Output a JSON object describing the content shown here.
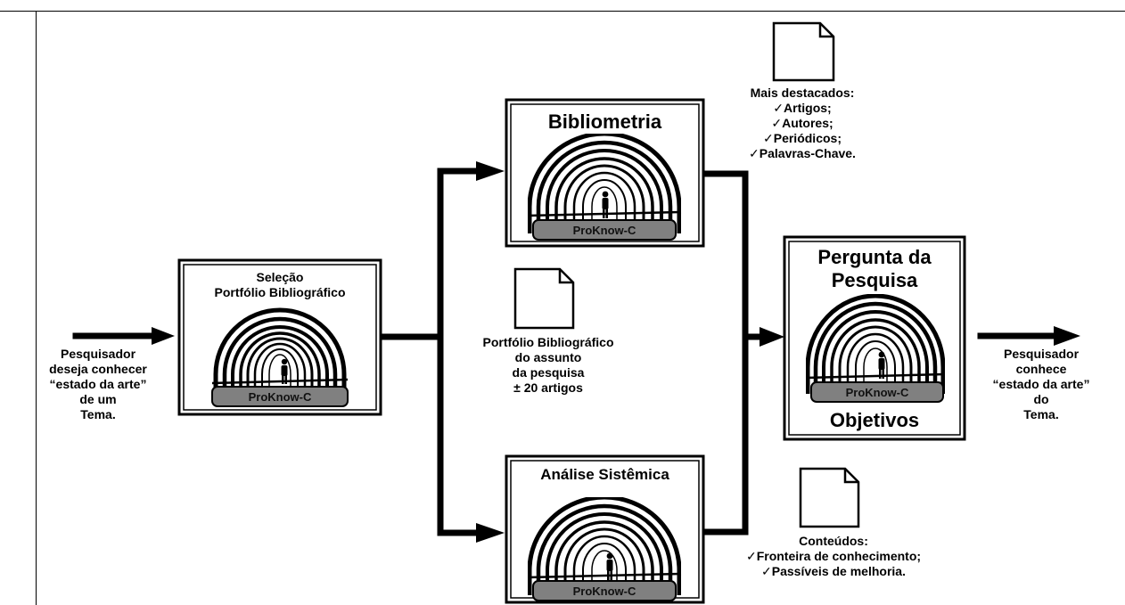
{
  "colors": {
    "ink": "#000000",
    "paper": "#ffffff",
    "badge_fill": "#808080",
    "badge_text": "#111111"
  },
  "icons": [
    "document-icon",
    "tunnel-icon",
    "person-silhouette-icon",
    "arrow-right-icon"
  ],
  "input": {
    "lines": [
      "Pesquisador",
      "deseja conhecer",
      "“estado da arte”",
      "de um",
      "Tema."
    ]
  },
  "output": {
    "lines": [
      "Pesquisador",
      "conhece",
      "“estado da arte”",
      "do",
      "Tema."
    ]
  },
  "badge_label": "ProKnow-C",
  "selection": {
    "title_lines": [
      "Seleção",
      "Portfólio Bibliográfico"
    ]
  },
  "portfolio": {
    "lines": [
      "Portfólio Bibliográfico",
      "do assunto",
      "da pesquisa",
      "± 20 artigos"
    ]
  },
  "bibliometria": {
    "title": "Bibliometria",
    "heading": "Mais destacados:",
    "items": [
      "Artigos;",
      "Autores;",
      "Periódicos;",
      "Palavras-Chave."
    ]
  },
  "analise": {
    "title": "Análise Sistêmica",
    "heading": "Conteúdos:",
    "items": [
      "Fronteira de conhecimento;",
      "Passíveis de melhoria."
    ]
  },
  "pergunta": {
    "title_lines": [
      "Pergunta da",
      "Pesquisa"
    ],
    "subtitle": "Objetivos"
  },
  "check_mark": "✓"
}
